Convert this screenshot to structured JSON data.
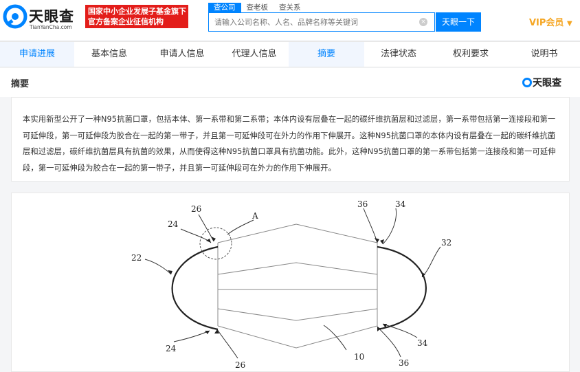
{
  "header": {
    "logo_text": "天眼查",
    "logo_sub": "TianYanCha.com",
    "slogan_line1": "国家中小企业发展子基金旗下",
    "slogan_line2": "官方备案企业征信机构",
    "tabs": [
      "查公司",
      "查老板",
      "查关系"
    ],
    "search_placeholder": "请输入公司名称、人名、品牌名称等关键词",
    "search_button": "天眼一下",
    "vip_label": "VIP会员",
    "accent": "#0084ff",
    "slogan_bg": "#e31d1a",
    "vip_color": "#f5a623"
  },
  "nav": {
    "items": [
      "申请进展",
      "基本信息",
      "申请人信息",
      "代理人信息",
      "摘要",
      "法律状态",
      "权利要求",
      "说明书"
    ]
  },
  "section": {
    "title": "摘要",
    "brand": "天眼查"
  },
  "abstract": {
    "text": "本实用新型公开了一种N95抗菌口罩，包括本体、第一系带和第二系带；本体内设有层叠在一起的碳纤维抗菌层和过滤层，第一系带包括第一连接段和第一可延伸段，第一可延伸段为胶合在一起的第一带子，并且第一可延伸段可在外力的作用下伸展开。这种N95抗菌口罩的本体内设有层叠在一起的碳纤维抗菌层和过滤层，碳纤维抗菌层具有抗菌的效果，从而使得这种N95抗菌口罩具有抗菌功能。此外，这种N95抗菌口罩的第一系带包括第一连接段和第一可延伸段，第一可延伸段为胶合在一起的第一带子，并且第一可延伸段可在外力的作用下伸展开。"
  },
  "figure": {
    "labels": {
      "l26_top": "26",
      "l24_top": "24",
      "lA": "A",
      "l36_top": "36",
      "l34_top": "34",
      "l22": "22",
      "l32": "32",
      "l24_bot": "24",
      "l26_bot": "26",
      "l10": "10",
      "l34_bot": "34",
      "l36_bot": "36"
    }
  }
}
